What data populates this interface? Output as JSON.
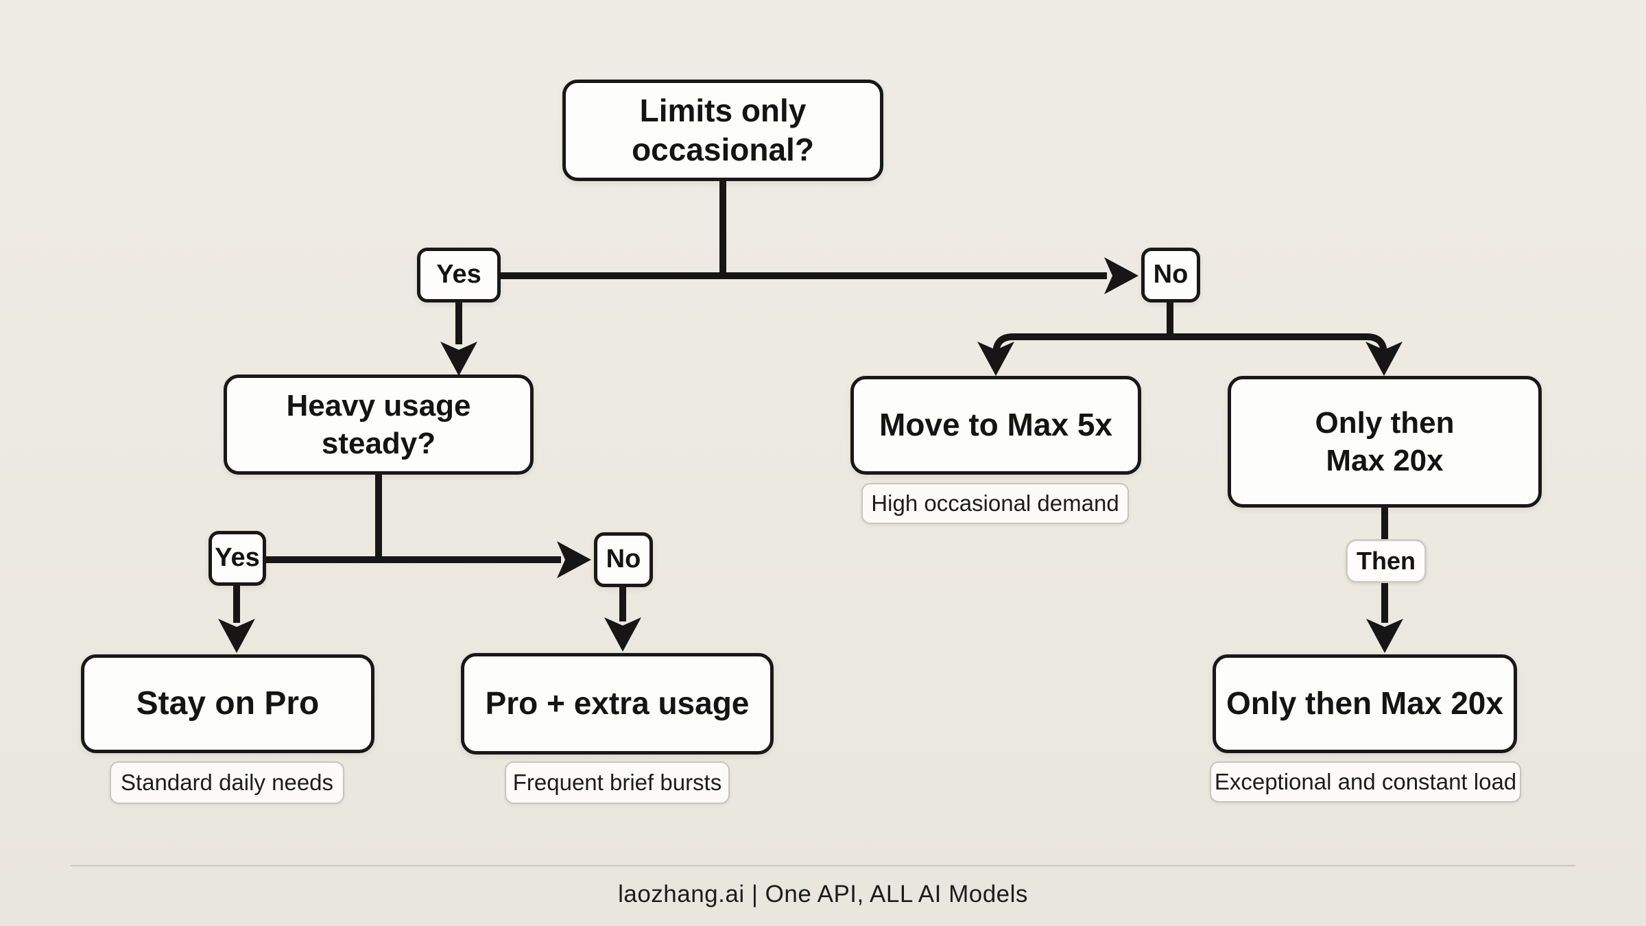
{
  "colors": {
    "background": "#ece9e1",
    "node_fill": "#fdfdfb",
    "node_border": "#181818",
    "connector": "#161616",
    "pill_border": "#c7c4bc",
    "divider": "#c9c6c0",
    "text": "#141414"
  },
  "nodes": {
    "root": {
      "label": "Limits only occasional?"
    },
    "yes1": {
      "label": "Yes"
    },
    "no1": {
      "label": "No"
    },
    "heavy": {
      "label": "Heavy usage steady?"
    },
    "yes2": {
      "label": "Yes"
    },
    "no2": {
      "label": "No"
    },
    "stay_pro": {
      "label": "Stay on Pro",
      "note": "Standard daily needs"
    },
    "pro_extra": {
      "label": "Pro + extra usage",
      "note": "Frequent brief bursts"
    },
    "max5x": {
      "label": "Move to Max 5x",
      "note": "High occasional demand"
    },
    "max20x": {
      "label": "Only then\nMax 20x"
    },
    "then": {
      "label": "Then"
    },
    "max20x_final": {
      "label": "Only then Max 20x",
      "note": "Exceptional and constant load"
    }
  },
  "footer": {
    "text": "laozhang.ai | One API, ALL AI Models"
  }
}
